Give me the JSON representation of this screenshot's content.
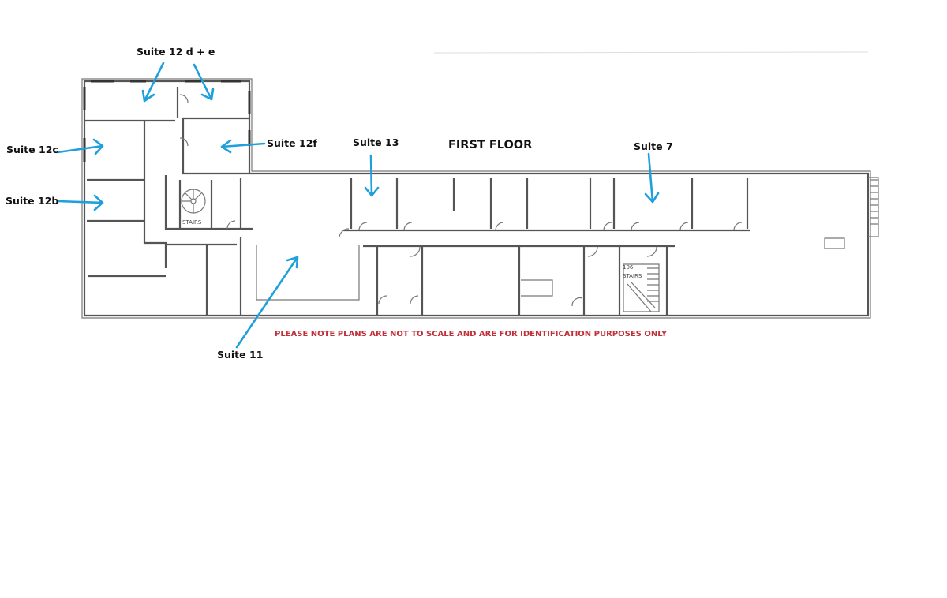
{
  "plan": {
    "title": "FIRST FLOOR",
    "note": "PLEASE NOTE PLANS ARE NOT TO SCALE AND ARE FOR IDENTIFICATION PURPOSES ONLY",
    "stairs_label_1": "STAIRS",
    "stairs_label_2": "STAIRS",
    "stairs_number": "106",
    "suites": [
      {
        "label": "Suite 12 d + e"
      },
      {
        "label": "Suite 12c"
      },
      {
        "label": "Suite 12b"
      },
      {
        "label": "Suite 12f"
      },
      {
        "label": "Suite 13"
      },
      {
        "label": "Suite 7"
      },
      {
        "label": "Suite 11"
      }
    ]
  },
  "colors": {
    "arrow": "#1fa0dc",
    "note": "#c0303a",
    "wall": "#555555"
  }
}
